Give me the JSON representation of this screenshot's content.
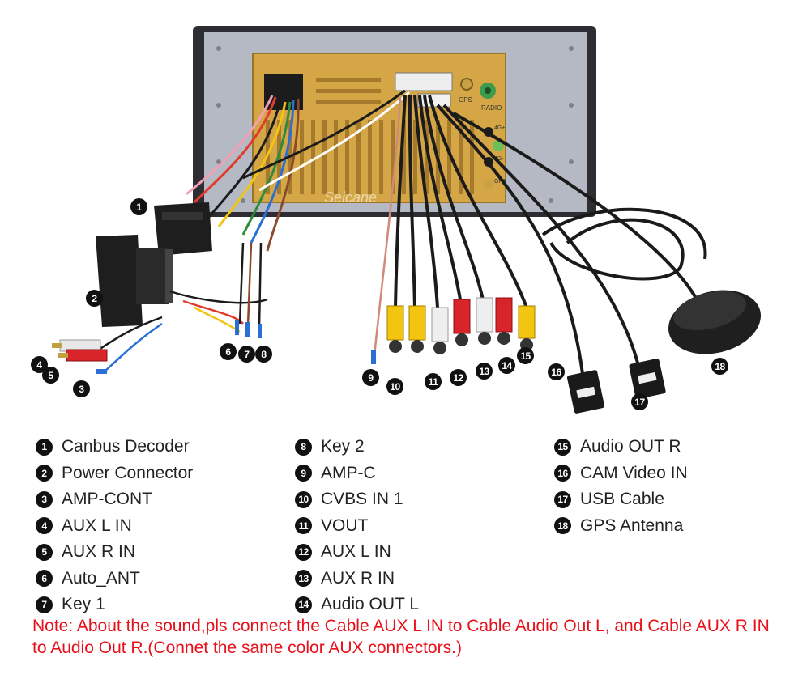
{
  "diagram": {
    "watermark": "Seicane",
    "panel_labels": {
      "gps": "GPS",
      "radio": "RADIO",
      "4g_top": "4G+",
      "4g_bottom": "4G-",
      "gps_bottom": "GPS"
    }
  },
  "markers": [
    "1",
    "2",
    "3",
    "4",
    "5",
    "6",
    "7",
    "8",
    "9",
    "10",
    "11",
    "12",
    "13",
    "14",
    "15",
    "16",
    "17",
    "18"
  ],
  "legend": {
    "col1": [
      {
        "num": "1",
        "label": "Canbus Decoder"
      },
      {
        "num": "2",
        "label": "Power Connector"
      },
      {
        "num": "3",
        "label": "AMP-CONT"
      },
      {
        "num": "4",
        "label": "AUX L IN"
      },
      {
        "num": "5",
        "label": "AUX R IN"
      },
      {
        "num": "6",
        "label": "Auto_ANT"
      },
      {
        "num": "7",
        "label": "Key 1"
      }
    ],
    "col2": [
      {
        "num": "8",
        "label": "Key 2"
      },
      {
        "num": "9",
        "label": "AMP-C"
      },
      {
        "num": "10",
        "label": "CVBS IN 1"
      },
      {
        "num": "11",
        "label": "VOUT"
      },
      {
        "num": "12",
        "label": "AUX L IN"
      },
      {
        "num": "13",
        "label": "AUX R IN"
      },
      {
        "num": "14",
        "label": "Audio OUT L"
      }
    ],
    "col3": [
      {
        "num": "15",
        "label": "Audio OUT R"
      },
      {
        "num": "16",
        "label": "CAM Video IN"
      },
      {
        "num": "17",
        "label": "USB Cable"
      },
      {
        "num": "18",
        "label": "GPS Antenna"
      }
    ]
  },
  "note": "Note: About the sound,pls connect the Cable AUX L IN to Cable Audio Out L, and Cable AUX R IN to  Audio Out R.(Connet the same color AUX connectors.)"
}
